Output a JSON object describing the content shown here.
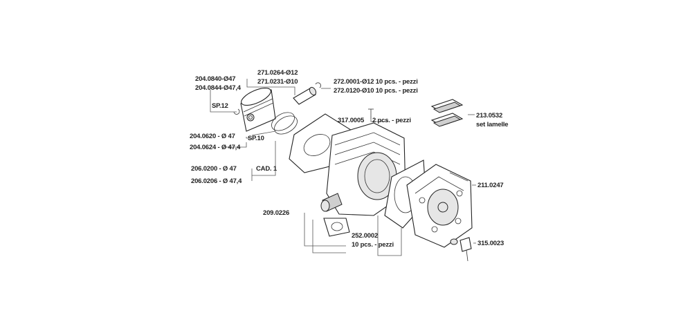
{
  "labels": {
    "piston_47": "204.0840-Ø47",
    "piston_474": "204.0844-Ø47,4",
    "sp12": "SP.12",
    "pin_12": "271.0264-Ø12",
    "pin_10": "271.0231-Ø10",
    "clip_12": "272.0001-Ø12 10 pcs. - pezzi",
    "clip_10": "272.0120-Ø10 10 pcs. - pezzi",
    "stud": "317.0005",
    "stud_qty": "2 pcs. - pezzi",
    "reed": "213.0532",
    "reed_set": "set lamelle",
    "ring_47": "204.0620 - Ø 47",
    "sp10": "SP.10",
    "ring_474": "204.0624 - Ø 47,4",
    "gasket_47": "206.0200 - Ø 47",
    "cad1": "CAD. 1",
    "gasket_474": "206.0206 - Ø 47,4",
    "cylinder": "209.0226",
    "head": "211.0247",
    "intake_gasket": "252.0002",
    "intake_gasket_qty": "10 pcs. - pezzi",
    "screw": "315.0023"
  }
}
